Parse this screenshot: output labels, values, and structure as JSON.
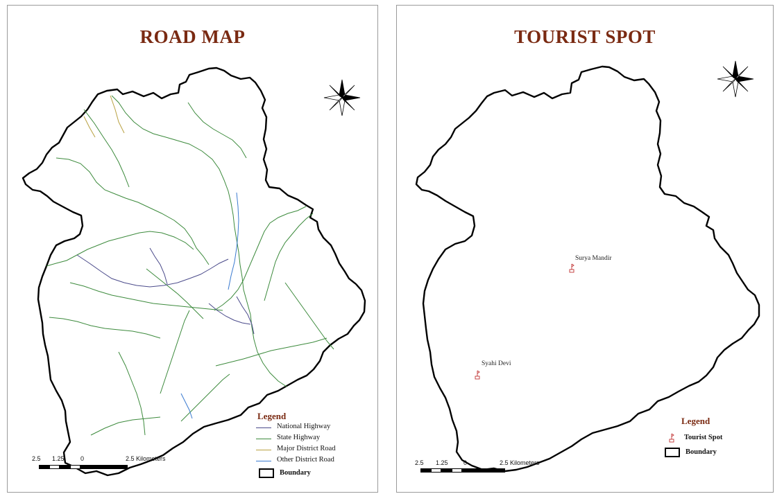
{
  "colors": {
    "title": "#7a2a12",
    "legend_title": "#7a2a12",
    "national_highway": "#4a4a8a",
    "state_highway": "#3c8a3c",
    "major_district_road": "#b8a040",
    "other_district_road": "#3a7ad0",
    "boundary": "#000000",
    "tourist_spot": "#c03030"
  },
  "road_map": {
    "title": "ROAD MAP",
    "compass_icon": "north-arrow-icon",
    "legend": {
      "title": "Legend",
      "items": [
        {
          "label": "National Highway",
          "color_key": "national_highway"
        },
        {
          "label": "State Highway",
          "color_key": "state_highway"
        },
        {
          "label": "Major District Road",
          "color_key": "major_district_road"
        },
        {
          "label": "Other District Road",
          "color_key": "other_district_road"
        }
      ],
      "boundary_label": "Boundary"
    },
    "scale": {
      "ticks": [
        "2.5",
        "1.25",
        "0",
        "2.5 Kilometers"
      ]
    }
  },
  "tourist_map": {
    "title": "TOURIST SPOT",
    "compass_icon": "north-arrow-icon",
    "spots": [
      {
        "name": "Surya Mandir"
      },
      {
        "name": "Syahi Devi"
      }
    ],
    "legend": {
      "title": "Legend",
      "spot_label": "Tourist Spot",
      "boundary_label": "Boundary"
    },
    "scale": {
      "ticks": [
        "2.5",
        "1.25",
        "0",
        "2.5 Kilometers"
      ]
    }
  }
}
